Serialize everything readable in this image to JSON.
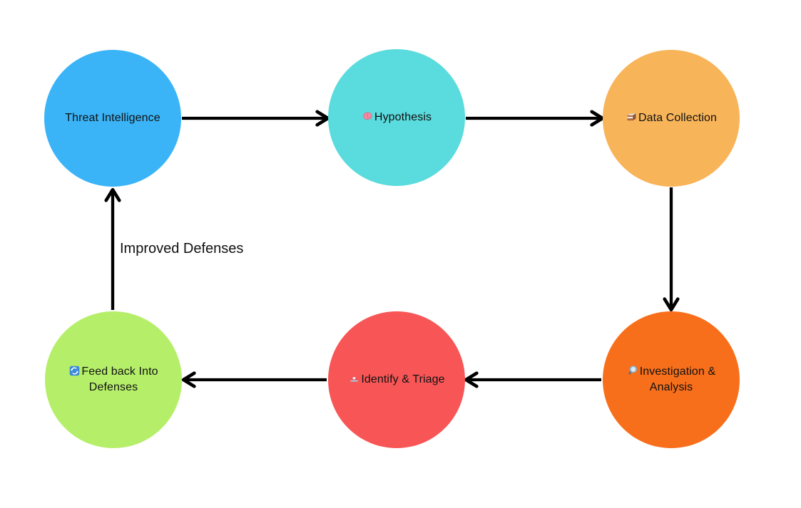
{
  "canvas": {
    "background": "#ffffff",
    "arrow_color": "#000000",
    "text_color": "#111111"
  },
  "nodes": [
    {
      "id": "threat-intelligence",
      "label": "Threat Intelligence",
      "icon": null,
      "color": "#3AB4F7"
    },
    {
      "id": "hypothesis",
      "label": "Hypothesis",
      "icon": "brain-icon",
      "color": "#5ADBDD"
    },
    {
      "id": "data-collection",
      "label": "Data Collection",
      "icon": "card-file-box-icon",
      "color": "#F8B459"
    },
    {
      "id": "investigation-analysis",
      "label": "Investigation & Analysis",
      "icon": "magnifying-glass-icon",
      "color": "#F86F1B"
    },
    {
      "id": "identify-triage",
      "label": "Identify & Triage",
      "icon": "police-light-icon",
      "color": "#F85656"
    },
    {
      "id": "feedback-into-defenses",
      "label": "Feed back Into Defenses",
      "icon": "counterclockwise-arrows-icon",
      "color": "#B5EF6A"
    }
  ],
  "edges": [
    {
      "from": "threat-intelligence",
      "to": "hypothesis",
      "label": ""
    },
    {
      "from": "hypothesis",
      "to": "data-collection",
      "label": ""
    },
    {
      "from": "data-collection",
      "to": "investigation-analysis",
      "label": ""
    },
    {
      "from": "investigation-analysis",
      "to": "identify-triage",
      "label": ""
    },
    {
      "from": "identify-triage",
      "to": "feedback-into-defenses",
      "label": ""
    },
    {
      "from": "feedback-into-defenses",
      "to": "threat-intelligence",
      "label": "Improved Defenses"
    }
  ],
  "icons": {
    "brain-icon": "🧠",
    "card-file-box-icon": "🗃️",
    "magnifying-glass-icon": "🔍",
    "police-light-icon": "🚨",
    "counterclockwise-arrows-icon": "🔄"
  }
}
